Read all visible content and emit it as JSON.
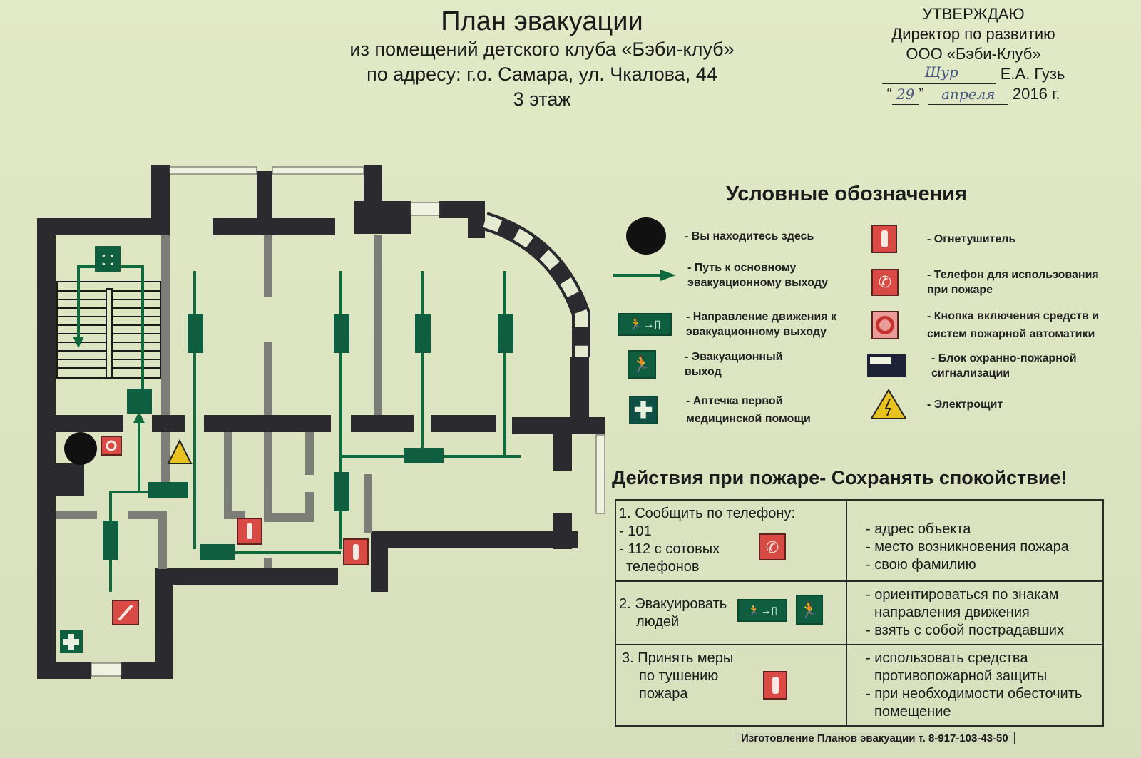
{
  "header": {
    "title": "План эвакуации",
    "subtitle_line1": "из помещений детского клуба «Бэби-клуб»",
    "subtitle_line2": "по адресу: г.о. Самара, ул. Чкалова, 44",
    "floor": "3 этаж"
  },
  "approval": {
    "heading": "УТВЕРЖДАЮ",
    "position": "Директор по развитию",
    "company": "ООО «Бэби-Клуб»",
    "signature": "Щур",
    "signer": "Е.А. Гузь",
    "day": "29",
    "month": "апреля",
    "year": "2016 г."
  },
  "legend": {
    "title": "Условные обозначения",
    "items": [
      {
        "icon": "you-are-here-dot",
        "label": "- Вы находитесь здесь"
      },
      {
        "icon": "evacuation-route-arrow",
        "label": "- Путь к основному эвакуационному выходу"
      },
      {
        "icon": "exit-direction-sign",
        "label": "- Направление движения к эвакуационному выходу"
      },
      {
        "icon": "emergency-exit-sign",
        "label": "- Эвакуационный выход"
      },
      {
        "icon": "first-aid-kit",
        "label": "- Аптечка первой медицинской помощи"
      },
      {
        "icon": "fire-extinguisher",
        "label": "- Огнетушитель"
      },
      {
        "icon": "fire-phone",
        "label": "- Телефон для использования при пожаре"
      },
      {
        "icon": "fire-alarm-button",
        "label": "- Кнопка включения средств и систем пожарной автоматики"
      },
      {
        "icon": "security-alarm-unit",
        "label": "- Блок охранно-пожарной сигнализации"
      },
      {
        "icon": "electrical-panel",
        "label": "- Электрощит"
      }
    ]
  },
  "actions": {
    "title": "Действия при пожаре- Сохранять спокойствие!",
    "rows": [
      {
        "left": [
          "1. Сообщить по телефону:",
          "- 101",
          "- 112 с сотовых",
          "  телефонов"
        ],
        "icon": "fire-phone",
        "right": [
          "- адрес объекта",
          "- место возникновения пожара",
          "- свою фамилию"
        ]
      },
      {
        "left": [
          "2. Эвакуировать",
          "людей"
        ],
        "icon": "exit-signs",
        "right": [
          "- ориентироваться по знакам",
          "направления движения",
          "- взять с собой пострадавших"
        ]
      },
      {
        "left": [
          "3. Принять меры",
          "по тушению",
          "пожара"
        ],
        "icon": "fire-extinguisher",
        "right": [
          "- использовать средства",
          "противопожарной защиты",
          "- при необходимости обесточить",
          "помещение"
        ]
      }
    ]
  },
  "footer": {
    "text": "Изготовление Планов эвакуации т. 8-917-103-43-50"
  },
  "colors": {
    "background": "#dfe6c4",
    "wall": "#2b2a2e",
    "partition": "#7d7d78",
    "route_green": "#0f6b3e",
    "sign_green": "#0f5e3f",
    "sign_red": "#d94a44",
    "warning_yellow": "#e8c21f"
  }
}
